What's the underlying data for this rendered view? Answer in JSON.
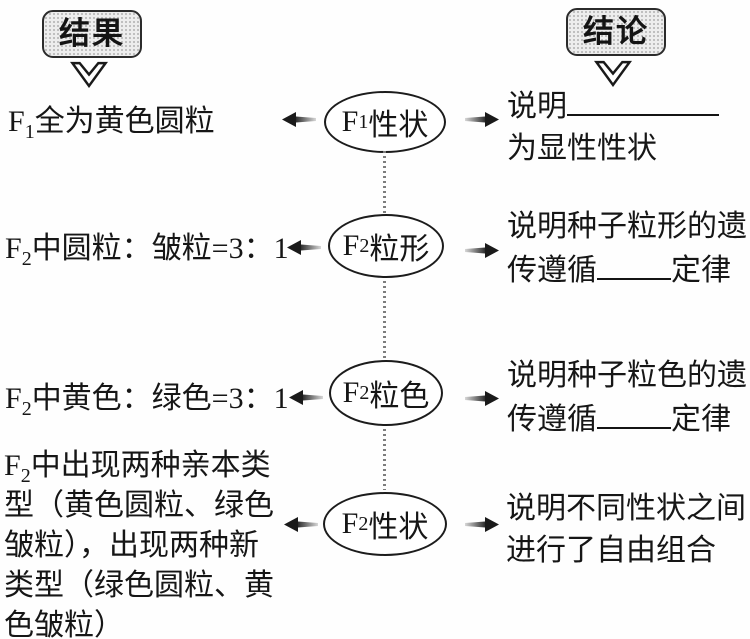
{
  "header": {
    "results_label": "结果",
    "conclusion_label": "结论"
  },
  "rows": [
    {
      "result": {
        "prefix": "F",
        "sub": "1",
        "text": "全为黄色圆粒"
      },
      "node": {
        "prefix": "F",
        "sub": "1",
        "text": "性状"
      },
      "conclusion": {
        "line1_before_blank": "说明",
        "line2": "为显性性状"
      }
    },
    {
      "result": {
        "prefix": "F",
        "sub": "2",
        "text": "中圆粒：皱粒=3：1"
      },
      "node": {
        "prefix": "F",
        "sub": "2",
        "text": "粒形"
      },
      "conclusion": {
        "line1": "说明种子粒形的遗",
        "line2_before": "传遵循",
        "line2_after": "定律"
      }
    },
    {
      "result": {
        "prefix": "F",
        "sub": "2",
        "text": "中黄色：绿色=3：1"
      },
      "node": {
        "prefix": "F",
        "sub": "2",
        "text": "粒色"
      },
      "conclusion": {
        "line1": "说明种子粒色的遗",
        "line2_before": "传遵循",
        "line2_after": "定律"
      }
    },
    {
      "result": {
        "prefix": "F",
        "sub": "2",
        "text": "中出现两种亲本类\n型（黄色圆粒、绿色\n皱粒），出现两种新\n类型（绿色圆粒、黄\n色皱粒）"
      },
      "node": {
        "prefix": "F",
        "sub": "2",
        "text": "性状"
      },
      "conclusion": {
        "line1": "说明不同性状之间",
        "line2": "进行了自由组合"
      }
    }
  ],
  "icons": {
    "down_chevron": "hollow-down-chevron",
    "left_arrow": "stippled-left-arrow",
    "right_arrow": "stippled-right-arrow"
  },
  "colors": {
    "ink": "#161616",
    "box_fill": "#ededed",
    "arrow_head": "#1a1a1a",
    "arrow_tail_light": "#d8d8d8"
  }
}
